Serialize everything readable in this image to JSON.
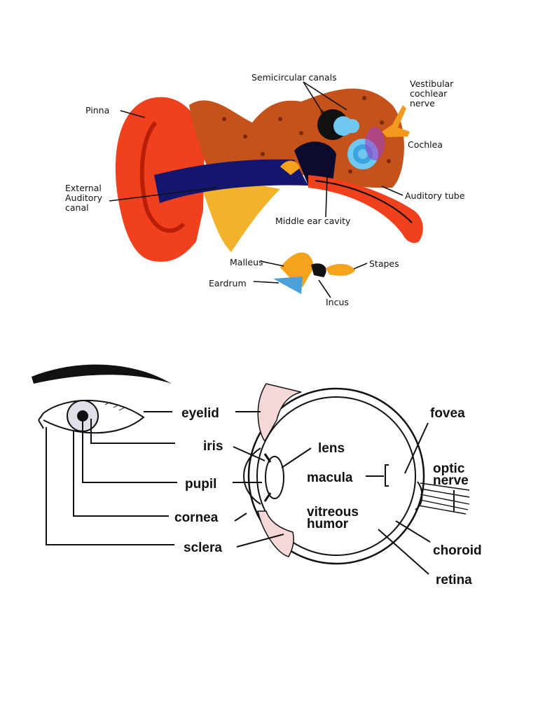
{
  "ear_diagram": {
    "labels": {
      "semicircular_canals": "Semicircular canals",
      "vestibular_line1": "Vestibular",
      "vestibular_line2": "cochlear",
      "vestibular_line3": "nerve",
      "pinna": "Pinna",
      "cochlea": "Cochlea",
      "external_line1": "External",
      "external_line2": "Auditory",
      "external_line3": "canal",
      "auditory_tube": "Auditory tube",
      "middle_ear_cavity": "Middle ear cavity",
      "malleus": "Malleus",
      "stapes": "Stapes",
      "eardrum": "Eardrum",
      "incus": "Incus"
    },
    "colors": {
      "outer_ear": "#f0401e",
      "bone": "#c4521a",
      "canal": "#14166e",
      "inner_ear": "#6ec8f0",
      "ossicles": "#f5a21c"
    }
  },
  "eye_diagram": {
    "labels": {
      "eyelid": "eyelid",
      "iris": "iris",
      "pupil": "pupil",
      "cornea": "cornea",
      "sclera": "sclera",
      "lens": "lens",
      "macula": "macula",
      "vitreous_line1": "vitreous",
      "vitreous_line2": "humor",
      "fovea": "fovea",
      "optic_line1": "optic",
      "optic_line2": "nerve",
      "choroid": "choroid",
      "retina": "retina"
    }
  }
}
